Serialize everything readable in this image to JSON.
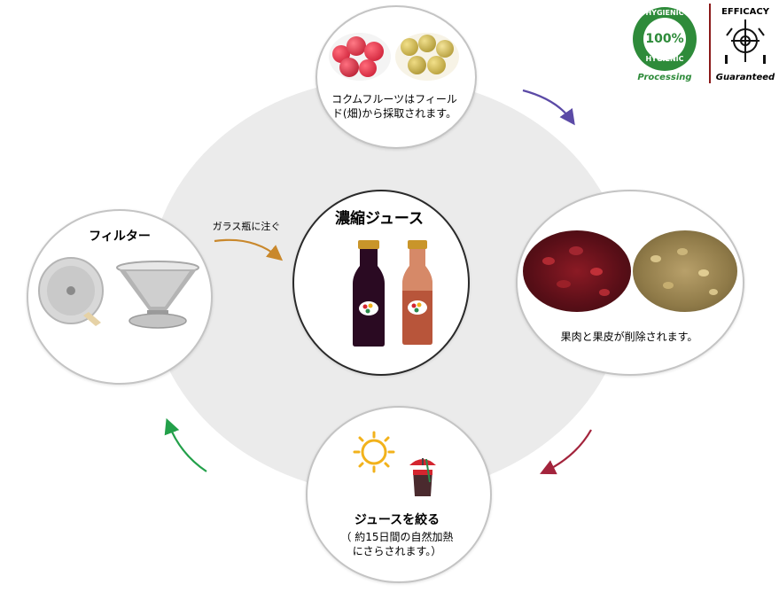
{
  "badges": {
    "hygienic_top": "HYGIENIC",
    "hygienic_center": "100%",
    "hygienic_bottom": "HYGIENIC",
    "processing": "Processing",
    "efficacy": "EFFICACY",
    "guaranteed": "Guaranteed"
  },
  "steps": {
    "harvest": {
      "text_line1": "コクムフルーツはフィール",
      "text_line2": "ド(畑)から採取されます。"
    },
    "peel": {
      "text": "果肉と果皮が削除されます。"
    },
    "juice": {
      "title": "ジュースを絞る",
      "text_line1": "（ 約15日間の自然加熱",
      "text_line2": "にさらされます。）"
    },
    "filter": {
      "title": "フィルター"
    },
    "concentrate": {
      "title": "濃縮ジュース",
      "arrow_label": "ガラス瓶に注ぐ"
    }
  },
  "colors": {
    "arrow_top": "#5b4aa6",
    "arrow_right": "#a3243c",
    "arrow_left": "#23a04a",
    "arrow_center": "#c9882c",
    "badge_green": "#2e8b3a",
    "badge_divider": "#8b1a1a"
  }
}
